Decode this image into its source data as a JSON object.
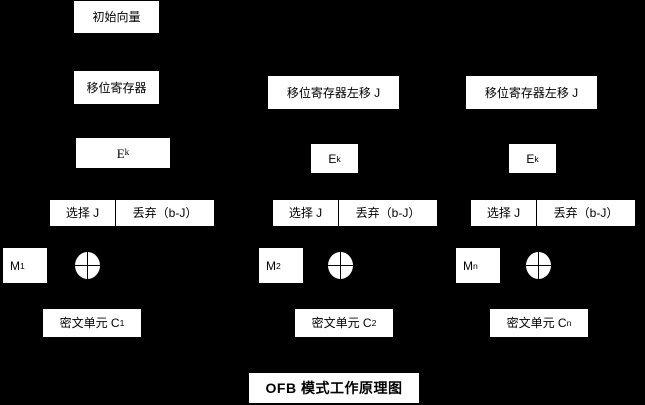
{
  "diagram": {
    "title": "OFB 模式工作原理图",
    "background_color": "#000000",
    "box_color": "#ffffff",
    "text_color": "#000000",
    "initial_vector": "初始向量",
    "shift_register": "移位寄存器",
    "columns": [
      {
        "id": "column-1",
        "top_box": "移位寄存器",
        "encrypt": "E",
        "encrypt_sub": "k",
        "select": "选择 J",
        "discard": "丢弃（b-J）",
        "message": "M",
        "message_sub": "1",
        "xor": "xor-operator",
        "cipher": "密文单元 C",
        "cipher_sub": "1"
      },
      {
        "id": "column-2",
        "top_box": "移位寄存器左移 J",
        "encrypt": "E",
        "encrypt_sub": "k",
        "select": "选择 J",
        "discard": "丢弃（b-J）",
        "message": "M",
        "message_sub": "2",
        "xor": "xor-operator",
        "cipher": "密文单元 C",
        "cipher_sub": "2"
      },
      {
        "id": "column-3",
        "top_box": "移位寄存器左移 J",
        "encrypt": "E",
        "encrypt_sub": "k",
        "select": "选择 J",
        "discard": "丢弃（b-J）",
        "message": "M",
        "message_sub": "n",
        "xor": "xor-operator",
        "cipher": "密文单元 C",
        "cipher_sub": "n"
      }
    ]
  }
}
